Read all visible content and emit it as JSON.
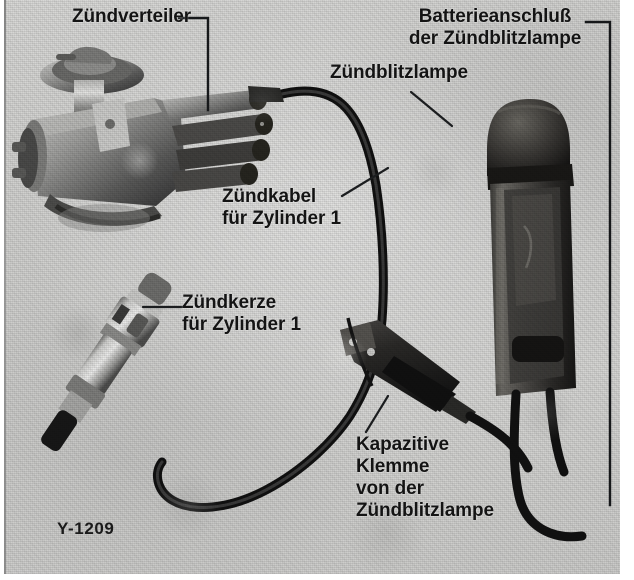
{
  "figure": {
    "caption": "Y-1209",
    "alt_description": "Schwarzweiß-Foto einer Zündeinstellung mit Zündverteiler, Zündkerze und Zündblitzlampe",
    "background_color": "#d3d3d1",
    "ink_color": "#141414"
  },
  "labels": {
    "distributor": "Zündverteiler",
    "battery_connection": "Batterieanschluß\nder Zündblitzlampe",
    "timing_light": "Zündblitzlampe",
    "ignition_cable": "Zündkabel\nfür Zylinder 1",
    "spark_plug": "Zündkerze\nfür Zylinder 1",
    "capacitive_clamp": "Kapazitive\nKlemme\nvon der\nZündblitzlampe"
  },
  "parts": {
    "distributor_name": "distributor-body",
    "spark_plug_name": "spark-plug",
    "timing_light_name": "timing-light",
    "clamp_name": "capacitive-clamp",
    "cable_name": "ignition-cable"
  }
}
